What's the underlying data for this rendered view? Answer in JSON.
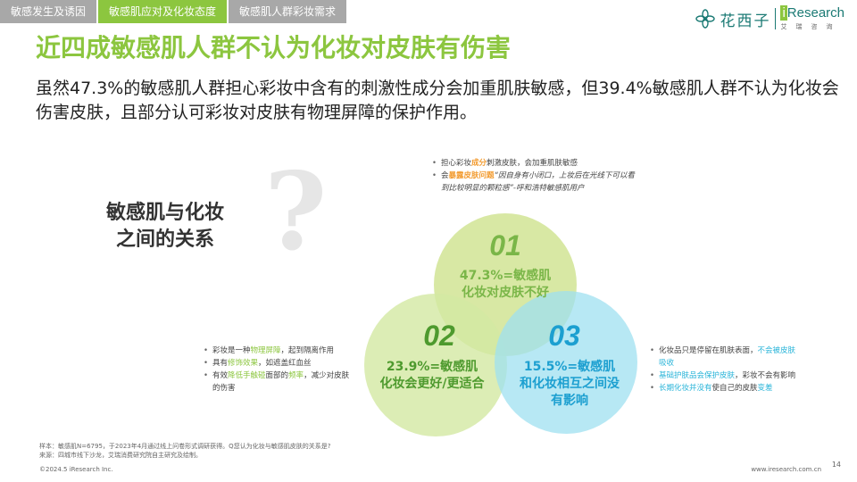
{
  "tabs": [
    {
      "label": "敏感发生及诱因"
    },
    {
      "label": "敏感肌应对及化妆态度"
    },
    {
      "label": "敏感肌人群彩妆需求"
    }
  ],
  "logo": {
    "cn": "花西子",
    "ir_i": "i",
    "ir_rest": "Research",
    "ir_sub": "艾瑞咨询"
  },
  "title": "近四成敏感肌人群不认为化妆对皮肤有伤害",
  "subtitle": "虽然47.3%的敏感肌人群担心彩妆中含有的刺激性成分会加重肌肤敏感，但39.4%敏感肌人群不认为化妆会伤害皮肤，且部分认可彩妆对皮肤有物理屏障的保护作用。",
  "relation": {
    "line1": "敏感肌与化妆",
    "line2": "之间的关系"
  },
  "question_mark": "?",
  "circles": [
    {
      "num": "01",
      "line1": "47.3%=敏感肌",
      "line2": "化妆对皮肤不好",
      "color": "#c8de7e",
      "text_color": "#7ab648"
    },
    {
      "num": "02",
      "line1": "23.9%=敏感肌",
      "line2": "化妆会更好/更适合",
      "color": "#d3e9a3",
      "text_color": "#4e9a2e"
    },
    {
      "num": "03",
      "line1": "15.5%=敏感肌",
      "line2": "和化妆相互之间没",
      "line3": "有影响",
      "color": "#9fe0f0",
      "text_color": "#1c9fd0"
    }
  ],
  "notes_top": {
    "b1_a": "担心彩妆",
    "b1_hl": "成分",
    "b1_b": "刺激皮肤，会加重肌肤敏感",
    "b2_a": "会",
    "b2_hl": "暴露皮肤问题",
    "b2_quote": "“因自身有小闭口，上妆后在光线下可以看到比较明显的颗粒感”",
    "b2_src": "-呼和浩特敏感肌用户"
  },
  "notes_left": {
    "b1_a": "彩妆是一种",
    "b1_hl": "物理屏障",
    "b1_b": "，起到隔离作用",
    "b2_a": "具有",
    "b2_hl": "修饰效果",
    "b2_b": "，如遮盖红血丝",
    "b3_a": "有效",
    "b3_hl1": "降低手触碰",
    "b3_b": "面部的",
    "b3_hl2": "频率",
    "b3_c": "，减少对皮肤的伤害"
  },
  "notes_right": {
    "b1_a": "化妆品只是停留在肌肤表面，",
    "b1_hl": "不会被皮肤吸收",
    "b2_hl": "基础护肤品会保护皮肤",
    "b2_b": "，彩妆不会有影响",
    "b3_hl1": "长期化妆",
    "b3_hl2": "并没有",
    "b3_b": "使自己的皮肤",
    "b3_hl3": "变差"
  },
  "source": {
    "line1": "样本：敏感肌N=6795，于2023年4月通过线上问卷形式调研获得。Q您认为化妆与敏感肌皮肤的关系是?",
    "line2": "来源：四城市线下沙龙，艾瑞消费研究院自主研究及绘制。"
  },
  "footer": {
    "left": "©2024.5 iResearch Inc.",
    "right": "www.iresearch.com.cn",
    "page": "14"
  }
}
